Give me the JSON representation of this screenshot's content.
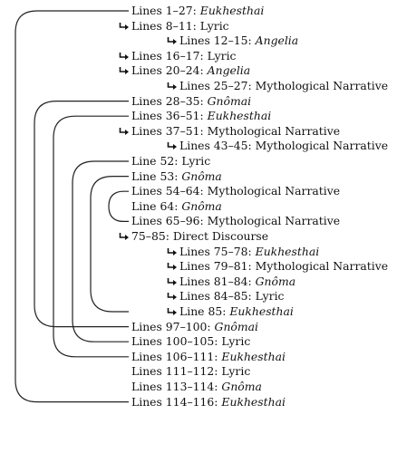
{
  "rows": [
    {
      "range": "Lines 1–27",
      "genre": "Eukhesthai",
      "italic": true,
      "arrow": false
    },
    {
      "range": "Lines 8–11",
      "genre": "Lyric",
      "italic": false,
      "arrow": true
    },
    {
      "range": "Lines 12–15",
      "genre": "Angelia",
      "italic": true,
      "arrow": true
    },
    {
      "range": "Lines 16–17",
      "genre": "Lyric",
      "italic": false,
      "arrow": true
    },
    {
      "range": "Lines 20–24",
      "genre": "Angelia",
      "italic": true,
      "arrow": true
    },
    {
      "range": "Lines 25–27",
      "genre": "Mythological Narrative",
      "italic": false,
      "arrow": true
    },
    {
      "range": "Lines 28–35",
      "genre": "Gnômai",
      "italic": true,
      "arrow": false
    },
    {
      "range": "Lines 36–51",
      "genre": "Eukhesthai",
      "italic": true,
      "arrow": false
    },
    {
      "range": "Lines 37–51",
      "genre": "Mythological Narrative",
      "italic": false,
      "arrow": true
    },
    {
      "range": "Lines 43–45",
      "genre": "Mythological Narrative",
      "italic": false,
      "arrow": true
    },
    {
      "range": "Line 52",
      "genre": "Lyric",
      "italic": false,
      "arrow": false
    },
    {
      "range": "Line 53",
      "genre": "Gnôma",
      "italic": true,
      "arrow": false
    },
    {
      "range": "Lines 54–64",
      "genre": "Mythological Narrative",
      "italic": false,
      "arrow": false
    },
    {
      "range": "Line 64",
      "genre": "Gnôma",
      "italic": true,
      "arrow": false
    },
    {
      "range": "Lines 65–96",
      "genre": "Mythological Narrative",
      "italic": false,
      "arrow": false
    },
    {
      "range": "75–85",
      "genre": "Direct Discourse",
      "italic": false,
      "arrow": true
    },
    {
      "range": "Lines 75–78",
      "genre": "Eukhesthai",
      "italic": true,
      "arrow": true
    },
    {
      "range": "Lines 79–81",
      "genre": "Mythological Narrative",
      "italic": false,
      "arrow": true
    },
    {
      "range": "Lines 81–84",
      "genre": "Gnôma",
      "italic": true,
      "arrow": true
    },
    {
      "range": "Lines 84–85",
      "genre": "Lyric",
      "italic": false,
      "arrow": true
    },
    {
      "range": "Line 85",
      "genre": "Eukhesthai",
      "italic": true,
      "arrow": true
    },
    {
      "range": "Lines 97–100",
      "genre": "Gnômai",
      "italic": true,
      "arrow": false
    },
    {
      "range": "Lines 100–105",
      "genre": "Lyric",
      "italic": false,
      "arrow": false
    },
    {
      "range": "Lines 106–111",
      "genre": "Eukhesthai",
      "italic": true,
      "arrow": false
    },
    {
      "range": "Lines 111–112",
      "genre": "Lyric",
      "italic": false,
      "arrow": false
    },
    {
      "range": "Lines 113–114",
      "genre": "Gnôma",
      "italic": true,
      "arrow": false
    },
    {
      "range": "Lines 114–116",
      "genre": "Eukhesthai",
      "italic": true,
      "arrow": false
    }
  ],
  "colors": {
    "text": "#111111",
    "line": "#222222",
    "background": "#ffffff"
  },
  "icons": {
    "row_marker": "hooked-right-arrow-icon"
  }
}
